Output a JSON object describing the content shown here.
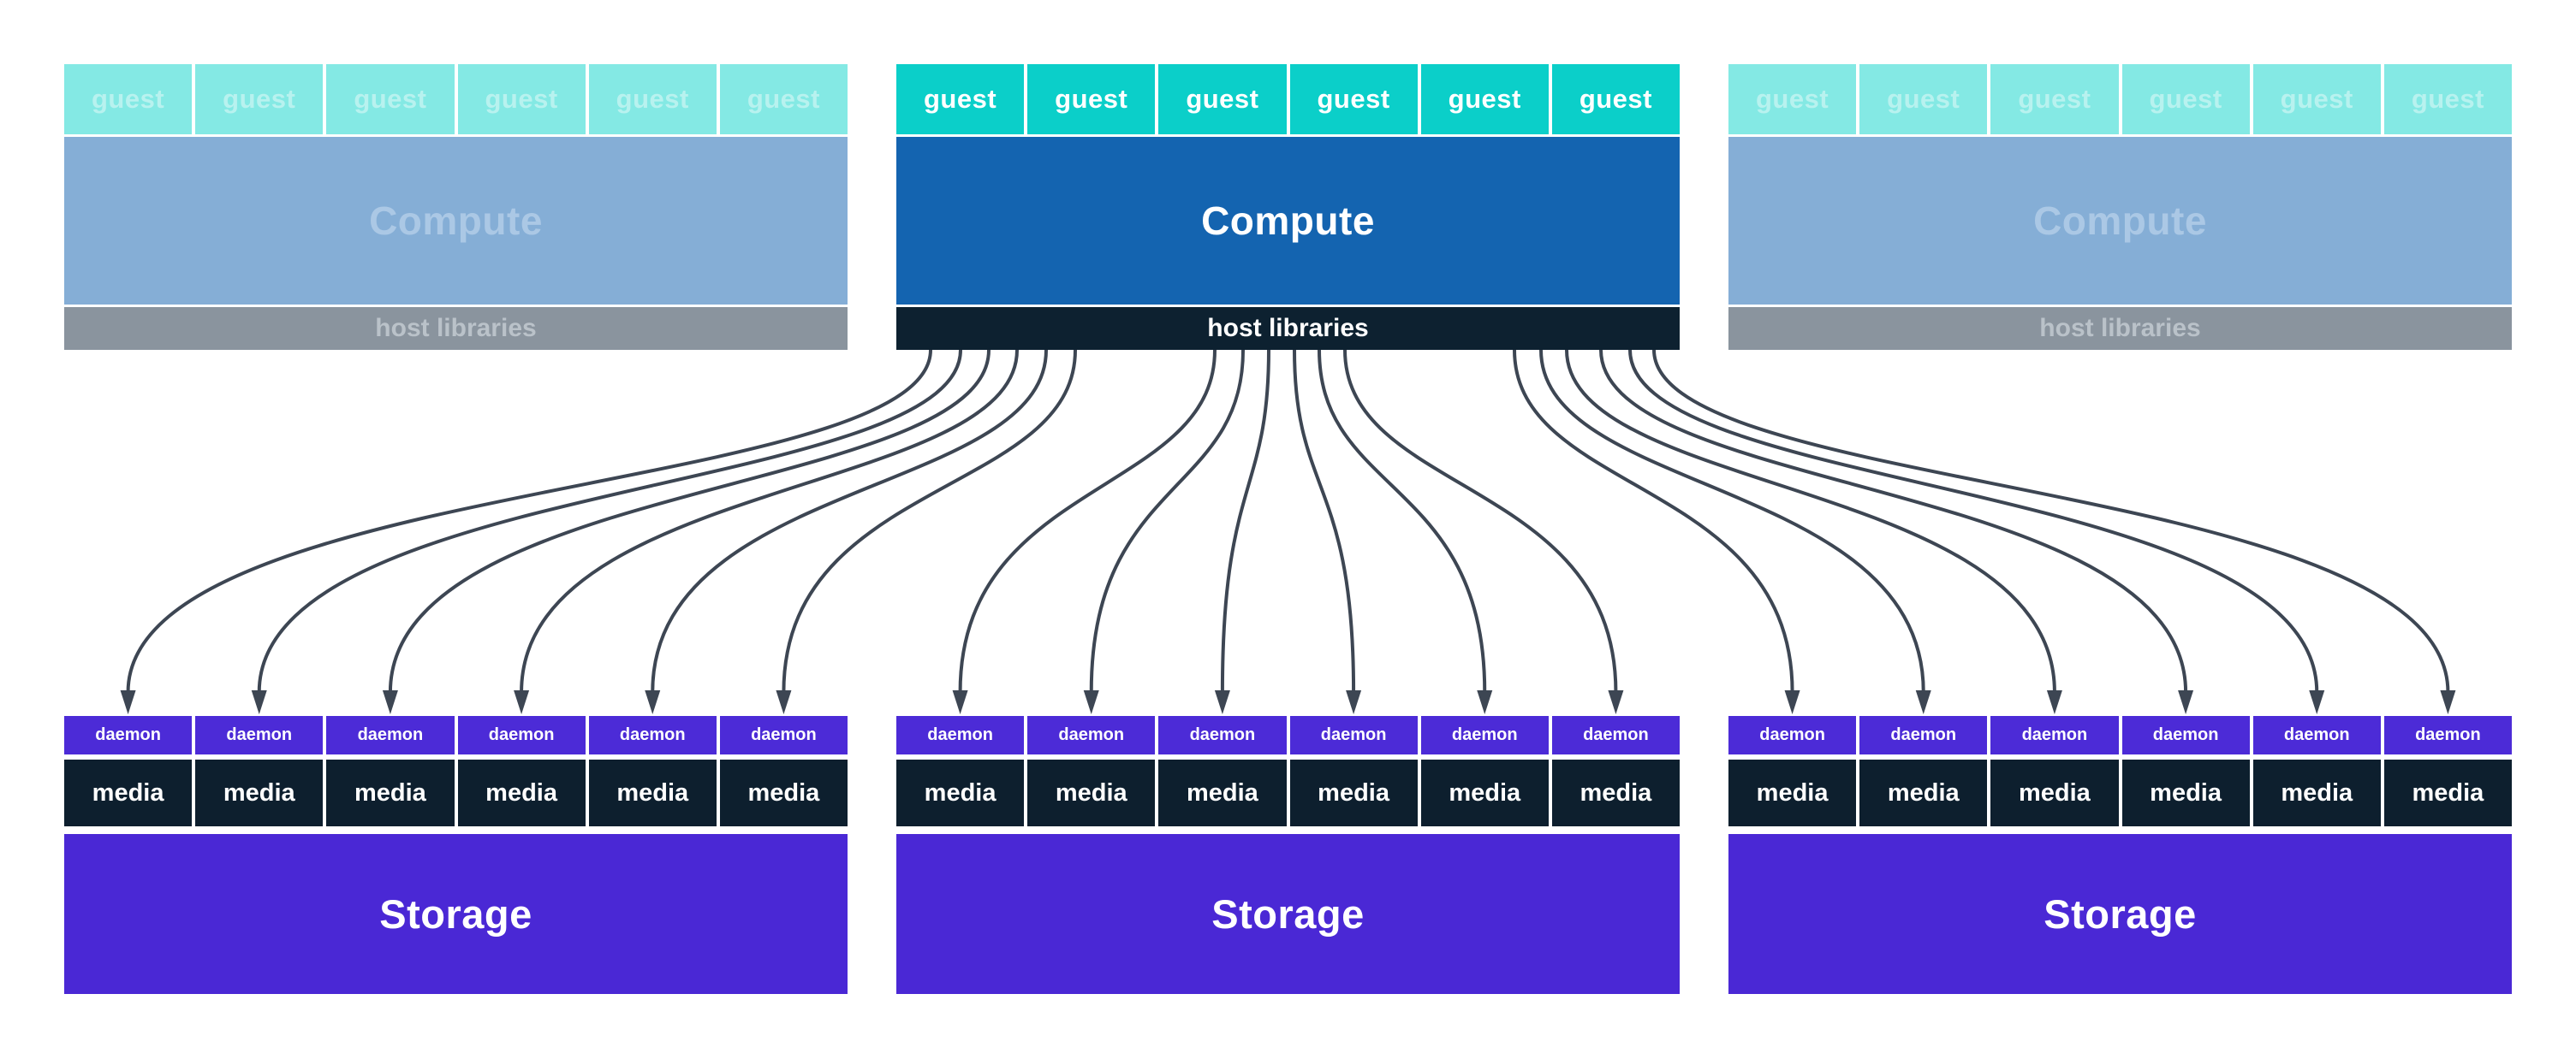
{
  "diagram": {
    "background": "#ffffff",
    "colors": {
      "guest_active_bg": "#0bcfc9",
      "guest_active_text": "#ffffff",
      "guest_faded_bg": "#84e9e4",
      "guest_faded_text": "#b8f2ef",
      "compute_active_bg": "#1464b0",
      "compute_active_text": "#ffffff",
      "compute_faded_bg": "#85aed6",
      "compute_faded_text": "#abc8e5",
      "host_active_bg": "#0d2130",
      "host_active_text": "#ffffff",
      "host_faded_bg": "#8a949e",
      "host_faded_text": "#bac2c9",
      "daemon_bg": "#4c2bd7",
      "media_bg": "#0d1f2e",
      "storage_bg": "#4a28d5",
      "cell_text": "#ffffff",
      "arrow": "#3d4653"
    },
    "compute_nodes": [
      {
        "position": "left",
        "state": "faded",
        "guests": [
          "guest",
          "guest",
          "guest",
          "guest",
          "guest",
          "guest"
        ],
        "compute_label": "Compute",
        "host_label": "host libraries"
      },
      {
        "position": "center",
        "state": "active",
        "guests": [
          "guest",
          "guest",
          "guest",
          "guest",
          "guest",
          "guest"
        ],
        "compute_label": "Compute",
        "host_label": "host libraries"
      },
      {
        "position": "right",
        "state": "faded",
        "guests": [
          "guest",
          "guest",
          "guest",
          "guest",
          "guest",
          "guest"
        ],
        "compute_label": "Compute",
        "host_label": "host libraries"
      }
    ],
    "storage_nodes": [
      {
        "position": "left",
        "daemons": [
          "daemon",
          "daemon",
          "daemon",
          "daemon",
          "daemon",
          "daemon"
        ],
        "medias": [
          "media",
          "media",
          "media",
          "media",
          "media",
          "media"
        ],
        "storage_label": "Storage"
      },
      {
        "position": "center",
        "daemons": [
          "daemon",
          "daemon",
          "daemon",
          "daemon",
          "daemon",
          "daemon"
        ],
        "medias": [
          "media",
          "media",
          "media",
          "media",
          "media",
          "media"
        ],
        "storage_label": "Storage"
      },
      {
        "position": "right",
        "daemons": [
          "daemon",
          "daemon",
          "daemon",
          "daemon",
          "daemon",
          "daemon"
        ],
        "medias": [
          "media",
          "media",
          "media",
          "media",
          "media",
          "media"
        ],
        "storage_label": "Storage"
      }
    ],
    "connections": {
      "source": "center compute node host libraries bar",
      "groups": [
        {
          "target_storage": "left",
          "arrows": 6
        },
        {
          "target_storage": "center",
          "arrows": 6
        },
        {
          "target_storage": "right",
          "arrows": 6
        }
      ]
    }
  }
}
